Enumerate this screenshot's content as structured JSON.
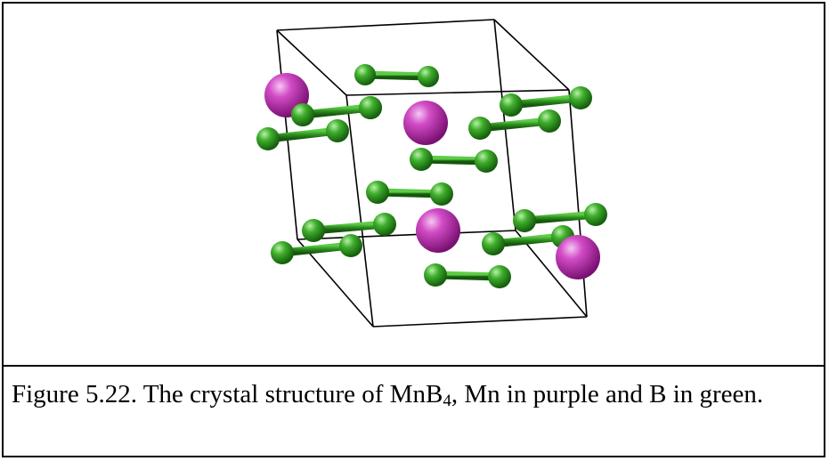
{
  "figure": {
    "caption_prefix": "Figure 5.22. The crystal structure of MnB",
    "caption_subscript": "4",
    "caption_suffix": ", Mn in purple and B in green.",
    "atoms": {
      "mn_color": "#c23ab8",
      "b_color": "#2f9a1f"
    }
  }
}
